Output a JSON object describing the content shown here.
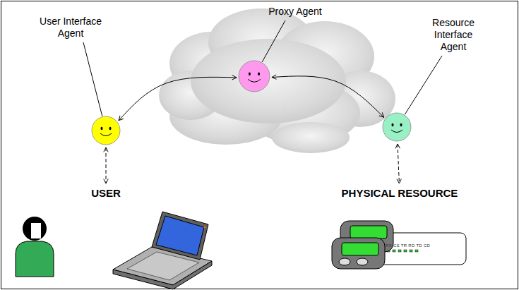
{
  "diagram": {
    "nodes": [
      {
        "text": [
          "User Interface Agent"
        ]
      },
      {
        "text": [
          "Proxy Agent"
        ]
      },
      {
        "text": [
          "Resource Interface Agent"
        ]
      },
      {
        "text": [
          "USER"
        ]
      },
      {
        "text": [
          "PHYSICAL RESOURCE"
        ]
      }
    ],
    "edges": [
      {
        "from": 0,
        "to": 1,
        "arrow": "both"
      },
      {
        "from": 1,
        "to": 2,
        "arrow": "both"
      },
      {
        "from": 0,
        "to": 3,
        "arrow": "both"
      },
      {
        "from": 2,
        "to": 4,
        "arrow": "both"
      }
    ],
    "labels": [
      "RS CS TR RD TD CD"
    ]
  }
}
